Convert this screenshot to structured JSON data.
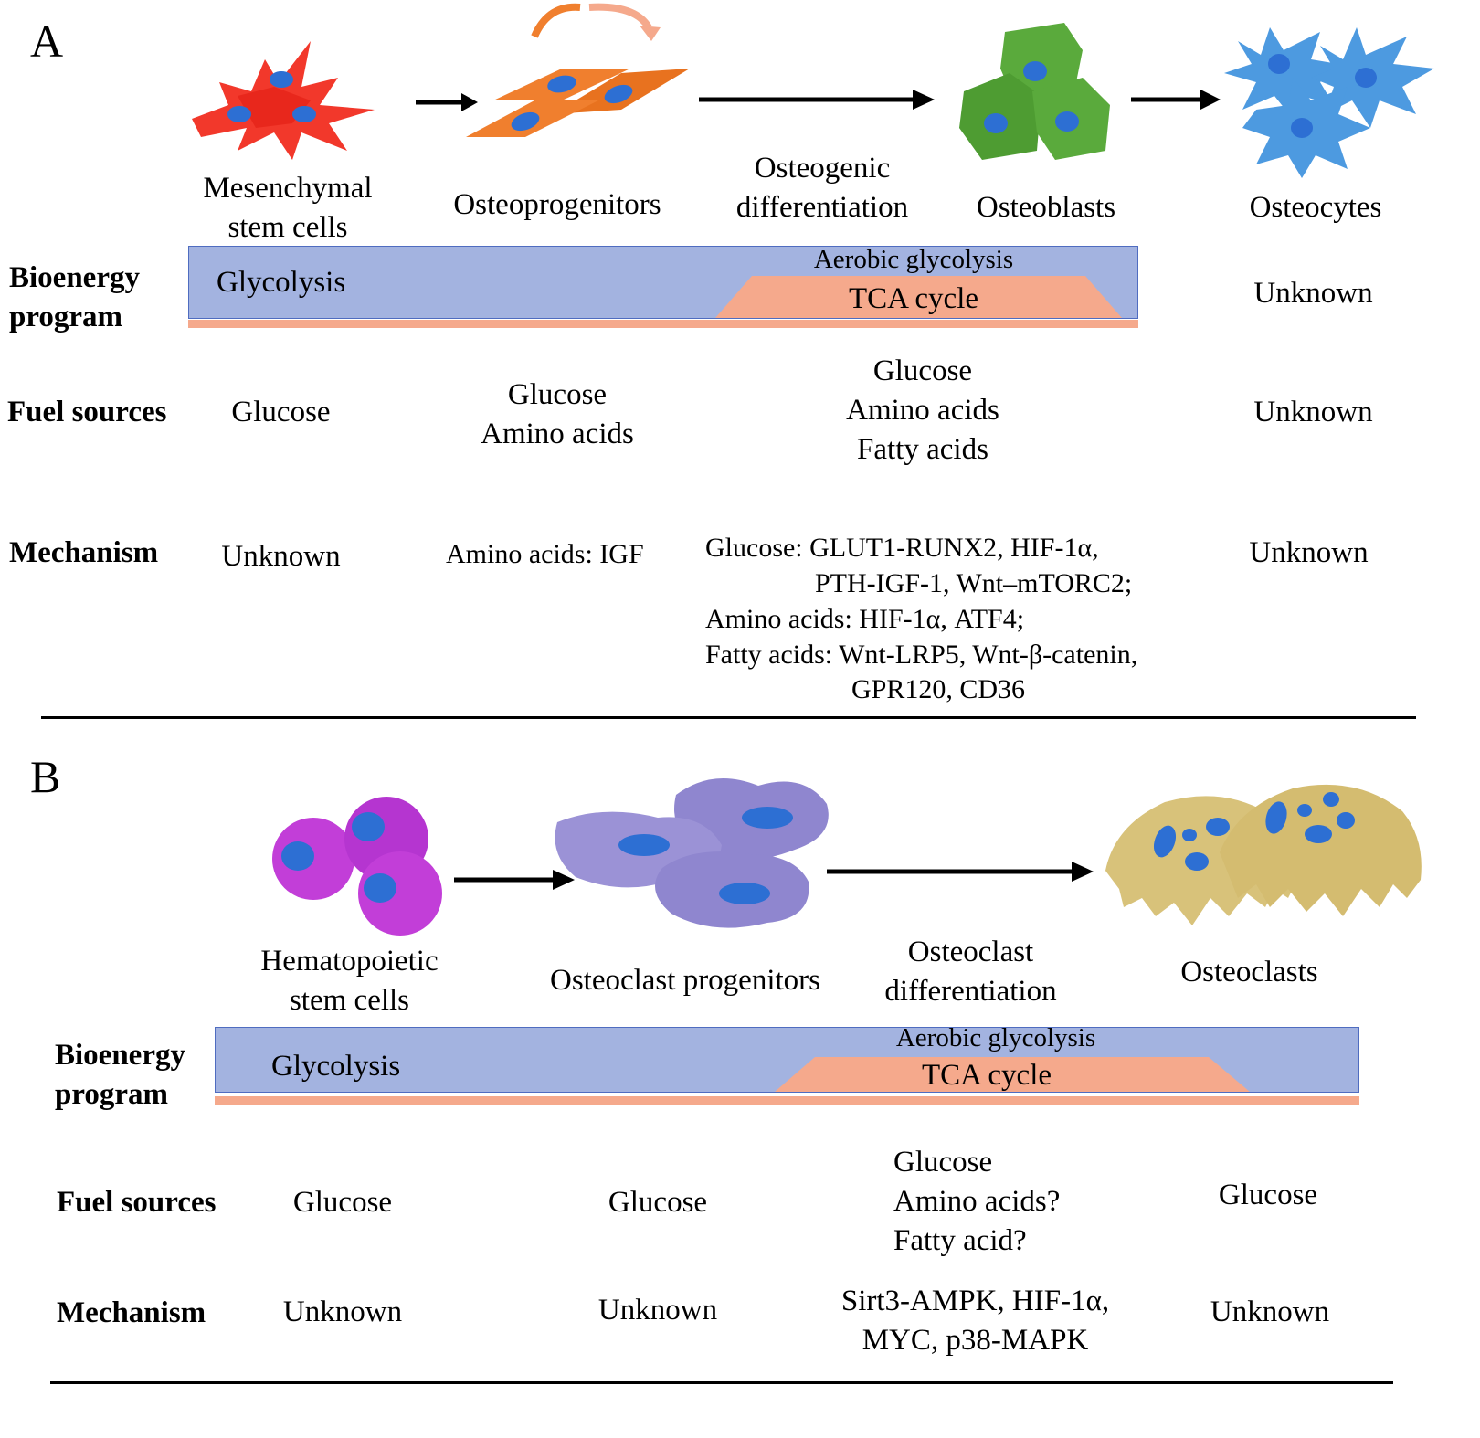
{
  "panelA": {
    "letter": "A",
    "stages": [
      "Mesenchymal\nstem cells",
      "Osteoprogenitors",
      "Osteoblasts",
      "Osteocytes"
    ],
    "transition": "Osteogenic\ndifferentiation",
    "bioenergy_label": "Bioenergy\nprogram",
    "glycolysis": "Glycolysis",
    "aerobic": "Aerobic glycolysis",
    "tca": "TCA cycle",
    "bioenergy_unknown": "Unknown",
    "fuel_label": "Fuel sources",
    "fuel": [
      "Glucose",
      "Glucose\nAmino acids",
      "Glucose\nAmino acids\nFatty acids",
      "Unknown"
    ],
    "mech_label": "Mechanism",
    "mech": [
      "Unknown",
      "Amino acids: IGF",
      "Unknown"
    ],
    "mech_detail": [
      "Glucose: GLUT1-RUNX2, HIF-1α,",
      "PTH-IGF-1, Wnt–mTORC2;",
      "Amino acids: HIF-1α, ATF4;",
      "Fatty acids: Wnt-LRP5, Wnt-β-catenin,",
      "GPR120, CD36"
    ]
  },
  "panelB": {
    "letter": "B",
    "stages": [
      "Hematopoietic\nstem cells",
      "Osteoclast progenitors",
      "Osteoclasts"
    ],
    "transition": "Osteoclast\ndifferentiation",
    "bioenergy_label": "Bioenergy\nprogram",
    "glycolysis": "Glycolysis",
    "aerobic": "Aerobic glycolysis",
    "tca": "TCA cycle",
    "fuel_label": "Fuel sources",
    "fuel": [
      "Glucose",
      "Glucose",
      "Glucose\nAmino acids?\nFatty acid?",
      "Glucose"
    ],
    "mech_label": "Mechanism",
    "mech": [
      "Unknown",
      "Unknown",
      "Sirt3-AMPK, HIF-1α,\nMYC, p38-MAPK",
      "Unknown"
    ]
  },
  "colors": {
    "msc": "#f2382b",
    "progenitor": "#f07f2e",
    "osteoblast": "#5aaa3c",
    "osteocyte": "#4d9ae0",
    "hsc": "#c23ed8",
    "oc_prog": "#8f86cf",
    "osteoclast": "#d8c27a",
    "nucleus": "#2d6fd3",
    "bar": "#a3b3e0",
    "tca": "#f5a98c"
  },
  "icons": [
    "mesenchymal-cell-icon",
    "osteoprogenitor-icon",
    "osteoblast-icon",
    "osteocyte-icon",
    "hematopoietic-cell-icon",
    "osteoclast-progenitor-icon",
    "osteoclast-icon",
    "arrow-icon",
    "curved-arrow-icon"
  ]
}
